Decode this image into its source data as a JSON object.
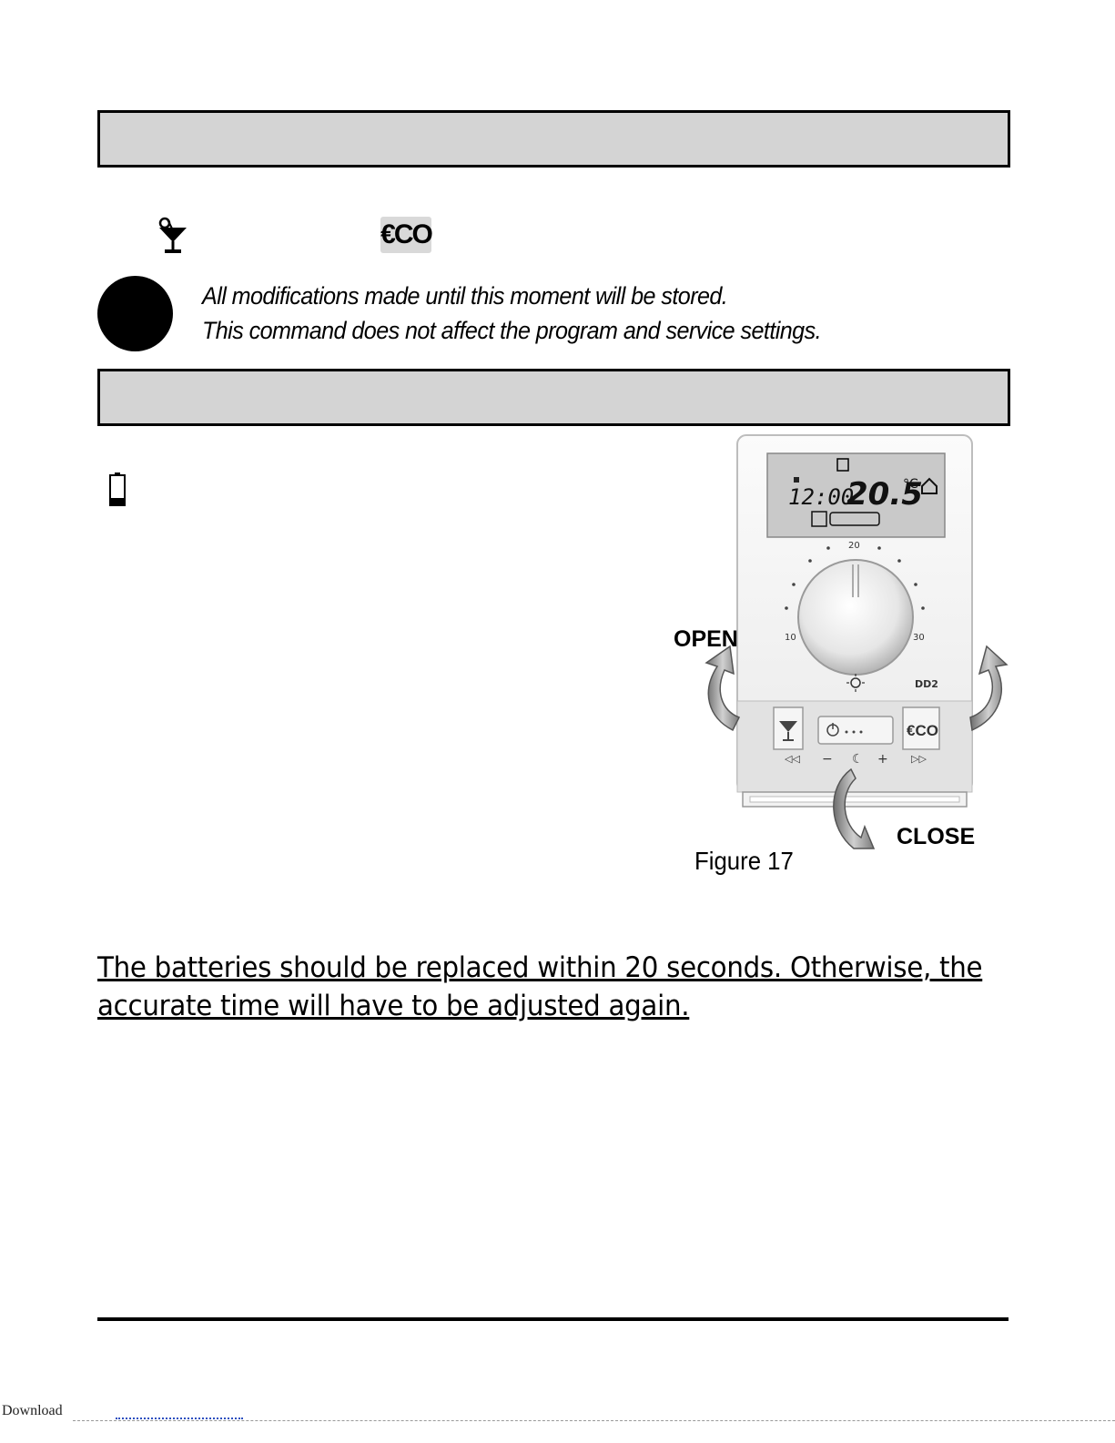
{
  "note": {
    "line1": "All modifications made until this moment will be stored.",
    "line2": "This command does not affect the program and service settings."
  },
  "icons": {
    "cocktail": "cocktail-icon",
    "eco_label": "€CO",
    "battery": "battery-low-icon",
    "warning": "warning-dot-icon"
  },
  "figure": {
    "caption": "Figure 17",
    "open_label": "OPEN",
    "close_label": "CLOSE",
    "display_time": "12:00",
    "display_temp": "20.5",
    "display_unit": "°C",
    "dial_ticks": [
      "10",
      "20",
      "30"
    ],
    "model": "DD2",
    "eco_button": "€CO"
  },
  "warning_text": {
    "line1": "The batteries should be replaced within 20 seconds. Otherwise, the",
    "line2": "accurate time will have to be adjusted again."
  },
  "footer": {
    "text": "Download"
  }
}
